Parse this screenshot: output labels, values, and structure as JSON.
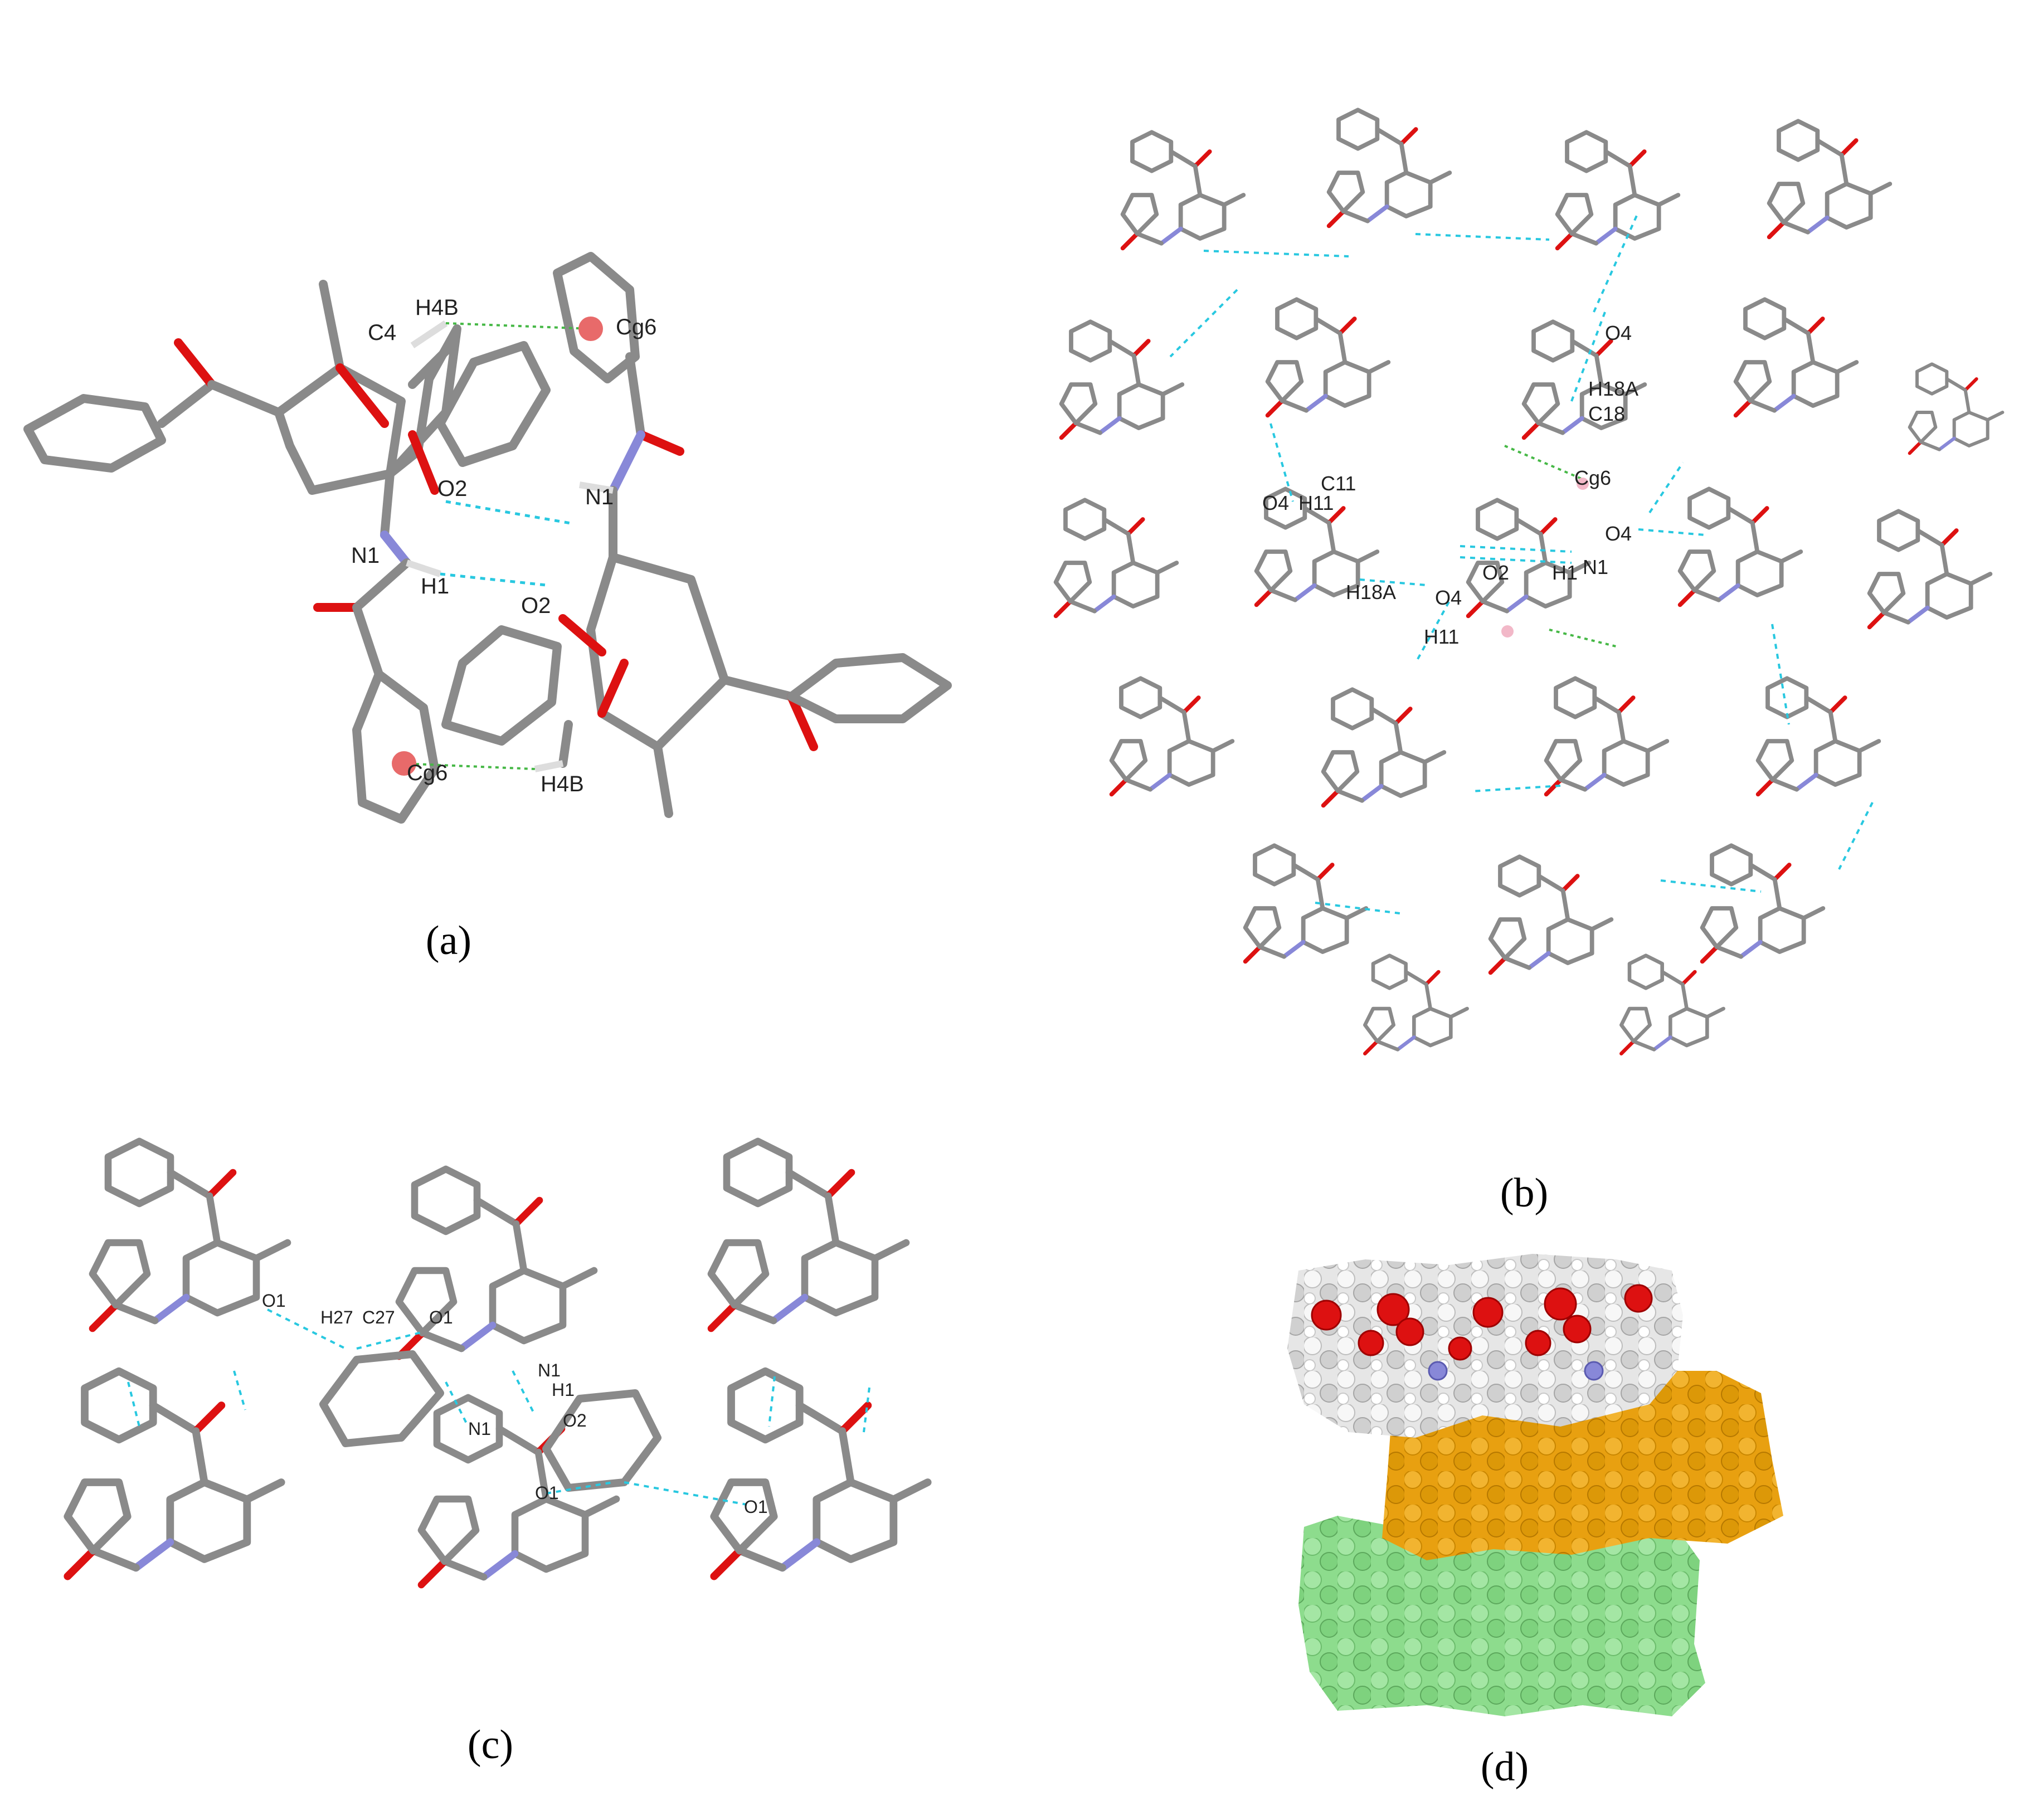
{
  "panels": {
    "a": {
      "caption": "(a)",
      "labels": [
        "H4B",
        "C4",
        "Cg6",
        "O2",
        "N1",
        "N1",
        "H1",
        "O2",
        "Cg6",
        "H4B"
      ]
    },
    "b": {
      "caption": "(b)",
      "labels": [
        "O4",
        "H18A",
        "C18",
        "C11",
        "H11",
        "O4",
        "Cg6",
        "O4",
        "O2",
        "H1",
        "N1",
        "H18A",
        "O4",
        "H11"
      ]
    },
    "c": {
      "caption": "(c)",
      "labels": [
        "O1",
        "H27",
        "C27",
        "O1",
        "N1",
        "H1",
        "N1",
        "O2",
        "O1",
        "O1"
      ]
    },
    "d": {
      "caption": "(d)"
    }
  },
  "colors": {
    "carbon": "#8a8a8a",
    "oxygen": "#dd1111",
    "nitrogen": "#8888d8",
    "hbond": "#28c8e0",
    "ch_pi": "#46b846",
    "centroid": "#e86a6a",
    "layer_top": "#e6e6e6",
    "layer_mid": "#e8a010",
    "layer_bottom": "#8ddc8d"
  }
}
